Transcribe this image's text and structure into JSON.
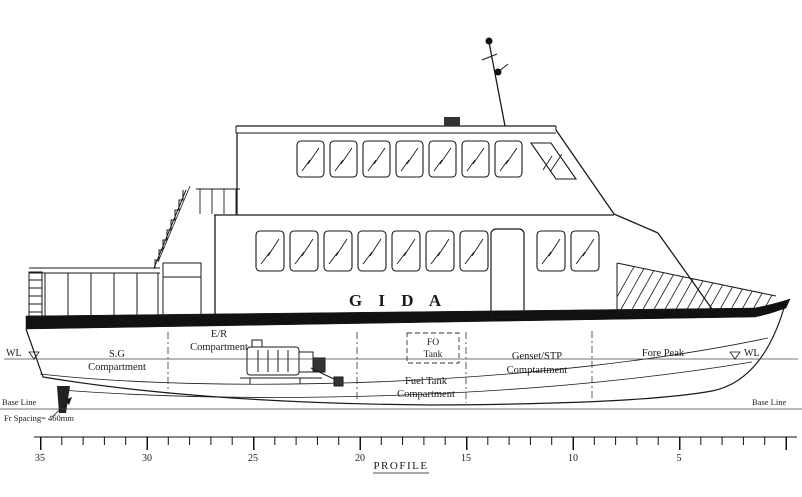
{
  "drawing": {
    "title": "PROFILE",
    "vessel_name": "G I D A",
    "waterline_left": "WL",
    "waterline_right": "WL",
    "baseline_left": "Base Line",
    "baseline_right": "Base Line",
    "frame_spacing_note": "Fr  Spacing= 460mm"
  },
  "compartments": {
    "sg": {
      "line1": "S.G",
      "line2": "Compartment"
    },
    "er": {
      "line1": "E/R",
      "line2": "Compartment"
    },
    "fo_tank": {
      "line1": "FO",
      "line2": "Tank"
    },
    "fuel_tank": {
      "line1": "Fuel Tank",
      "line2": "Compartment"
    },
    "genset": {
      "line1": "Genset/STP",
      "line2": "Comptartment"
    },
    "fore_peak": {
      "line1": "Fore Peak"
    }
  },
  "ruler": {
    "labels": [
      "35",
      "30",
      "25",
      "20",
      "15",
      "10",
      "5"
    ]
  }
}
